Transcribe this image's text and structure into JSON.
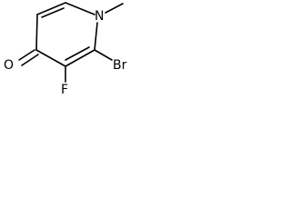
{
  "molecule": {
    "atoms": {
      "oxygen": "O",
      "nitrogen": "N",
      "bromine": "Br",
      "fluorine": "F"
    }
  }
}
